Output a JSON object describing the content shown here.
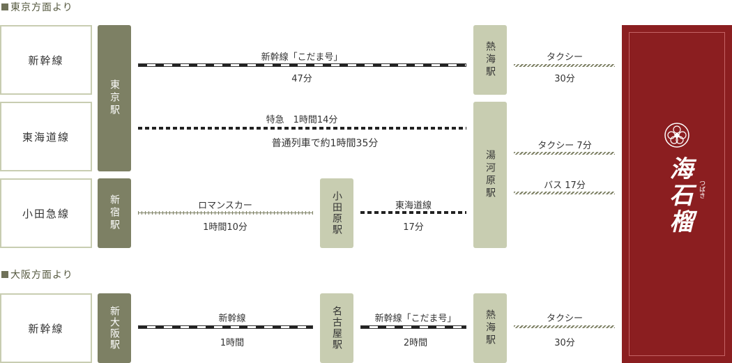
{
  "sections": {
    "tokyo_heading": "東京方面より",
    "osaka_heading": "大阪方面より"
  },
  "lines": {
    "shinkansen": "新幹線",
    "tokaido": "東海道線",
    "odakyu": "小田急線",
    "shinkansen_osaka": "新幹線"
  },
  "stations": {
    "tokyo": "東京駅",
    "shinjuku": "新宿駅",
    "odawara": "小田原駅",
    "atami": "熱海駅",
    "yugawara": "湯河原駅",
    "shin_osaka": "新大阪駅",
    "nagoya": "名古屋駅",
    "atami_osaka": "熱海駅"
  },
  "routes": {
    "kodama_label": "新幹線「こだま号」",
    "kodama_time": "47分",
    "tokkyu_label": "特急　1時間14分",
    "tokkyu_alt": "普通列車で約1時間35分",
    "romancecar_label": "ロマンスカー",
    "romancecar_time": "1時間10分",
    "tokaido_label": "東海道線",
    "tokaido_time": "17分",
    "taxi_atami": "タクシー",
    "taxi_atami_time": "30分",
    "taxi_yugawara": "タクシー 7分",
    "bus_yugawara": "バス 17分",
    "osaka_shinkansen_label": "新幹線",
    "osaka_shinkansen_time": "1時間",
    "nagoya_kodama_label": "新幹線「こだま号」",
    "nagoya_kodama_time": "2時間",
    "taxi_osaka": "タクシー",
    "taxi_osaka_time": "30分"
  },
  "brand": {
    "name": "海石榴",
    "ruby": "つばき"
  },
  "colors": {
    "station_dark": "#7d8064",
    "station_light": "#c8cdb1",
    "brand_red": "#8b1e20"
  }
}
